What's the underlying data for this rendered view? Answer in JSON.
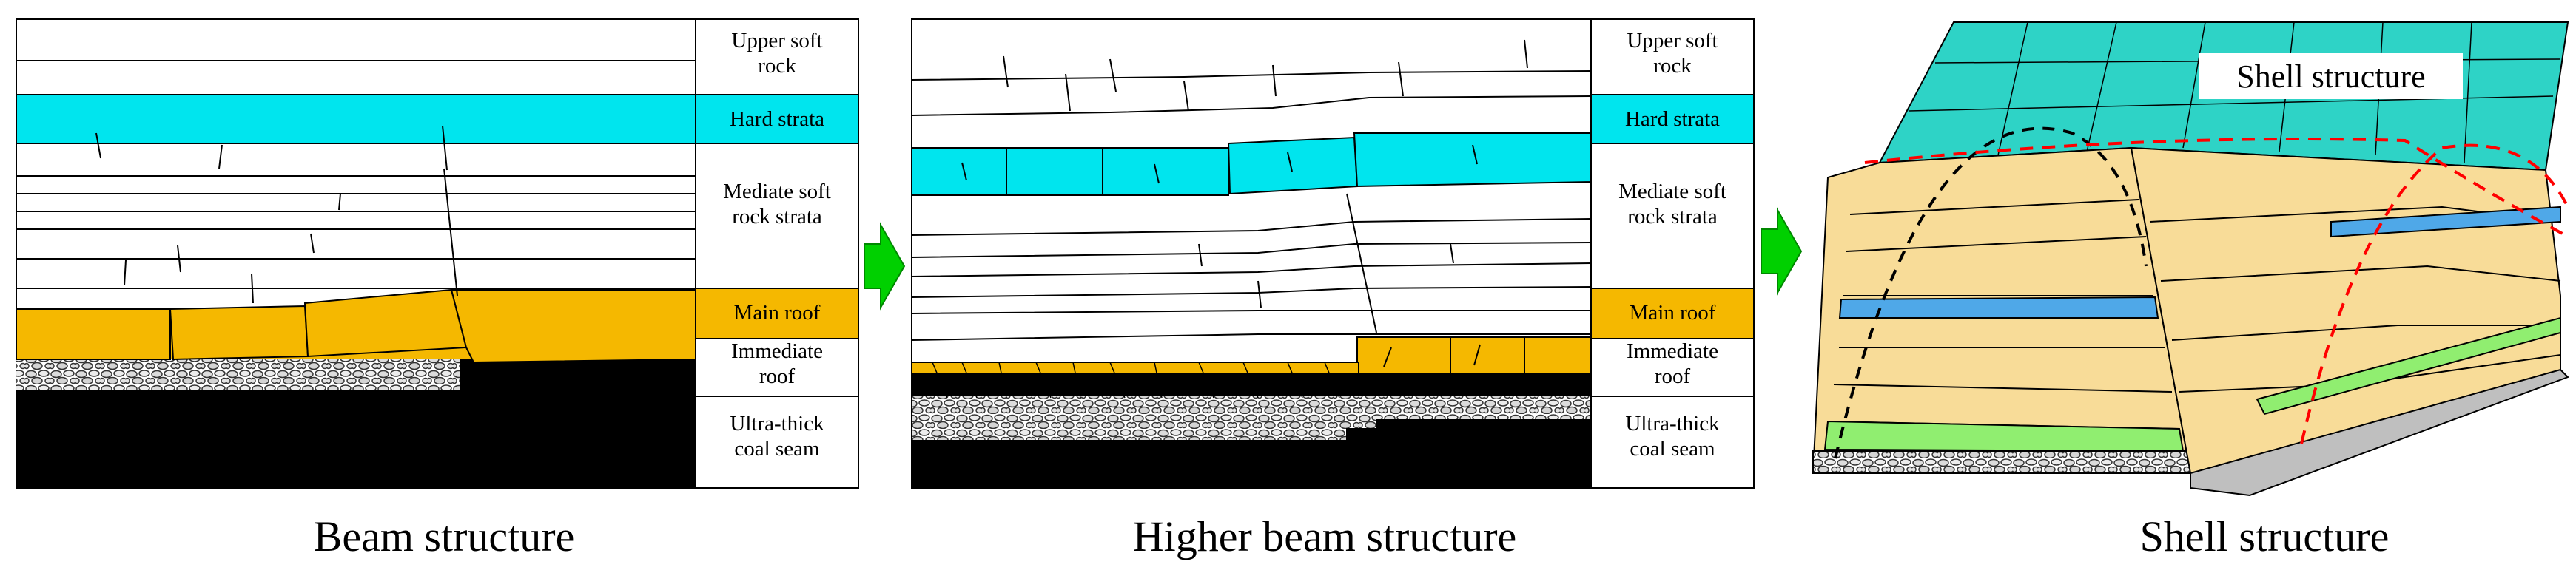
{
  "panels": [
    {
      "caption": "Beam structure",
      "labels": {
        "upper": [
          "Upper soft",
          "rock"
        ],
        "hard": "Hard strata",
        "mediate": [
          "Mediate soft",
          "rock strata"
        ],
        "main_roof": "Main roof",
        "immediate": [
          "Immediate",
          "roof"
        ],
        "coal": [
          "Ultra-thick",
          "coal seam"
        ]
      }
    },
    {
      "caption": "Higher beam structure",
      "labels": {
        "upper": [
          "Upper soft",
          "rock"
        ],
        "hard": "Hard strata",
        "mediate": [
          "Mediate soft",
          "rock strata"
        ],
        "main_roof": "Main roof",
        "immediate": [
          "Immediate",
          "roof"
        ],
        "coal": [
          "Ultra-thick",
          "coal seam"
        ]
      }
    },
    {
      "caption": "Shell structure",
      "callout": "Shell structure"
    }
  ],
  "colors": {
    "hard_strata": "#00E5EE",
    "main_roof": "#F5B800",
    "coal": "#000000",
    "shell_layer": "#F8DC98",
    "shell_top": "#2ED3C6",
    "blue_band": "#4FA8E8",
    "green_band": "#90EE70",
    "shell_line": "#FF0000",
    "arrow": "#00D000"
  },
  "icons": [
    "green-arrow-icon"
  ]
}
